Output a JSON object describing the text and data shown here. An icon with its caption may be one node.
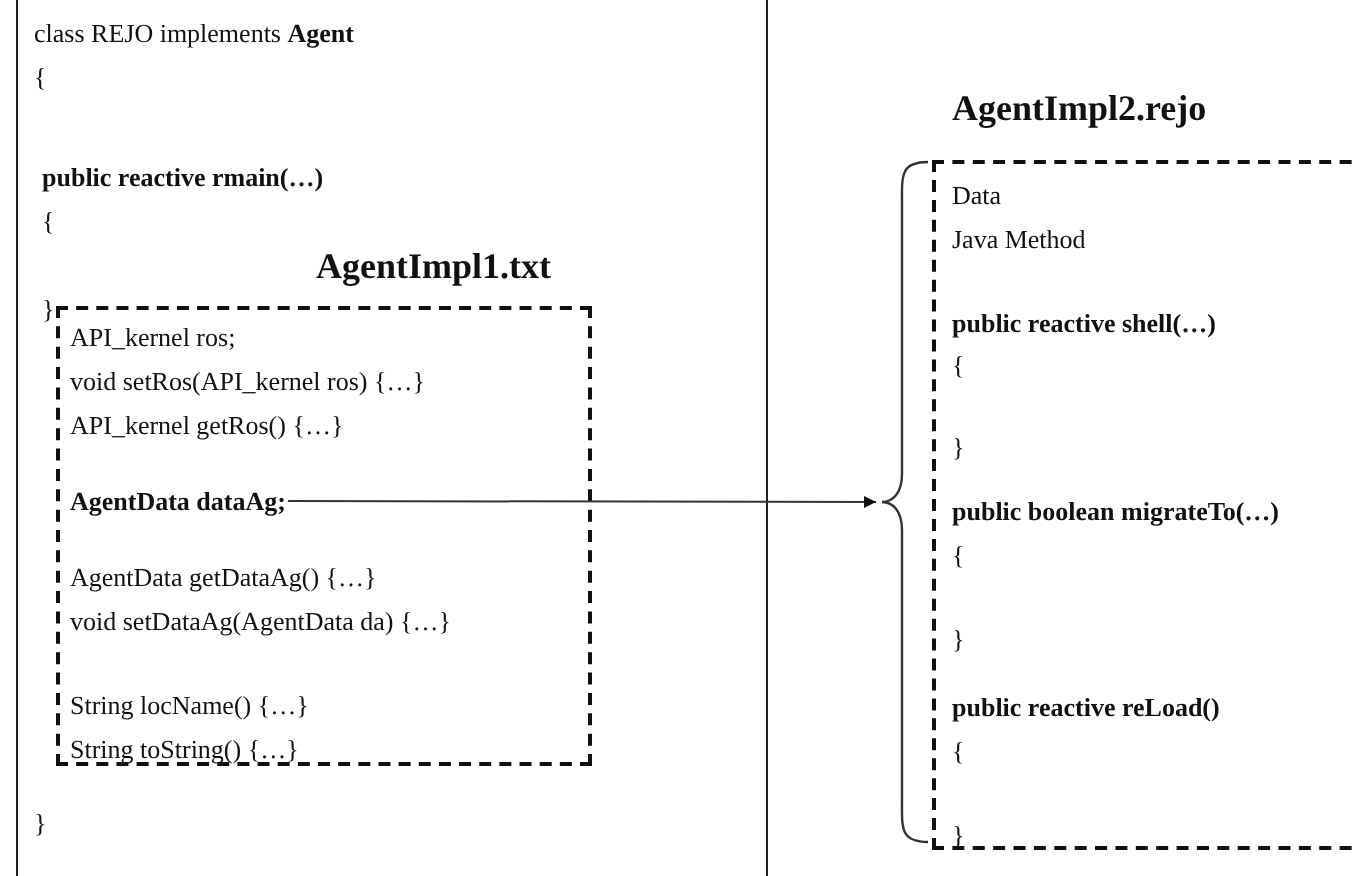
{
  "diagram": {
    "nodes": [
      {
        "text": [
          "class REJO implements **Agent**",
          "{",
          "public reactive rmain(…)",
          "{",
          "}",
          "}"
        ]
      },
      {
        "text": [
          "AgentImpl1.txt",
          "API_kernel ros;",
          "void setRos(API_kernel ros) {…}",
          "API_kernel getRos() {…}",
          "AgentData getDataAg() {…}",
          "void setDataAg(AgentData da) {…}",
          "String locName() {…}",
          "String toString() {…}"
        ],
        "in": 0
      },
      {
        "text": [
          "AgentData dataAg;"
        ],
        "in": 1
      },
      {
        "text": [],
        "shape": "brace"
      },
      {
        "text": [
          "AgentImpl2.rejo",
          "Data",
          "Java Method",
          "public reactive shell(…)",
          "{",
          "}",
          "public boolean migrateTo(…)",
          "{",
          "}",
          "public reactive reLoad()",
          "{",
          "}"
        ]
      }
    ],
    "edges": [
      {
        "from": 2,
        "to": 3,
        "arrow": "to"
      }
    ]
  }
}
